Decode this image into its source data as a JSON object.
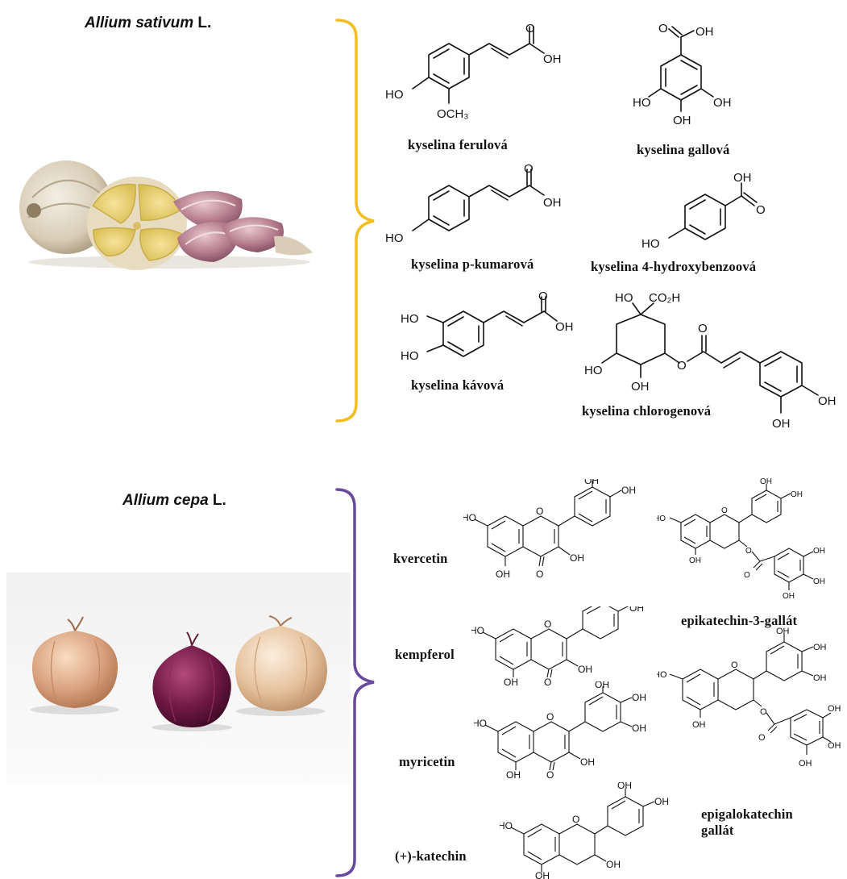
{
  "sections": [
    {
      "id": "garlic",
      "title_genus": "Allium sativum",
      "title_author": " L.",
      "bracket_color": "#F2BE22",
      "compounds": [
        {
          "name": "kyselina ferulová",
          "atoms": [
            "O",
            "OH",
            "HO",
            "OCH₃"
          ]
        },
        {
          "name": "kyselina gallová",
          "atoms": [
            "O",
            "OH",
            "HO",
            "OH",
            "OH"
          ]
        },
        {
          "name": "kyselina p-kumarová",
          "atoms": [
            "O",
            "OH",
            "HO"
          ]
        },
        {
          "name": "kyselina 4-hydroxybenzoová",
          "atoms": [
            "OH",
            "O",
            "HO"
          ]
        },
        {
          "name": "kyselina kávová",
          "atoms": [
            "HO",
            "HO",
            "O",
            "OH"
          ]
        },
        {
          "name": "kyselina chlorogenová",
          "atoms": [
            "HO",
            "CO₂H",
            "O",
            "HO",
            "O",
            "OH",
            "OH",
            "OH"
          ]
        }
      ]
    },
    {
      "id": "onion",
      "title_genus": "Allium cepa",
      "title_author": " L.",
      "bracket_color": "#6A4A9C",
      "compounds": [
        {
          "name": "kvercetin",
          "atoms": [
            "HO",
            "O",
            "OH",
            "OH",
            "OH",
            "OH",
            "O"
          ]
        },
        {
          "name": "kempferol",
          "atoms": [
            "HO",
            "O",
            "OH",
            "OH",
            "OH",
            "O"
          ]
        },
        {
          "name": "myricetin",
          "atoms": [
            "HO",
            "O",
            "OH",
            "OH",
            "OH",
            "OH",
            "OH",
            "O"
          ]
        },
        {
          "name": "(+)-katechin",
          "atoms": [
            "HO",
            "O",
            "OH",
            "OH",
            "OH",
            "OH"
          ]
        },
        {
          "name": "epikatechin-3-gallát",
          "atoms": [
            "HO",
            "O",
            "OH",
            "OH",
            "OH",
            "O",
            "O",
            "OH",
            "OH",
            "OH"
          ]
        },
        {
          "name": "epigalokatechin",
          "name2": "gallát",
          "atoms": [
            "HO",
            "O",
            "OH",
            "OH",
            "OH",
            "OH",
            "O",
            "O",
            "OH",
            "OH",
            "OH"
          ]
        }
      ]
    }
  ]
}
